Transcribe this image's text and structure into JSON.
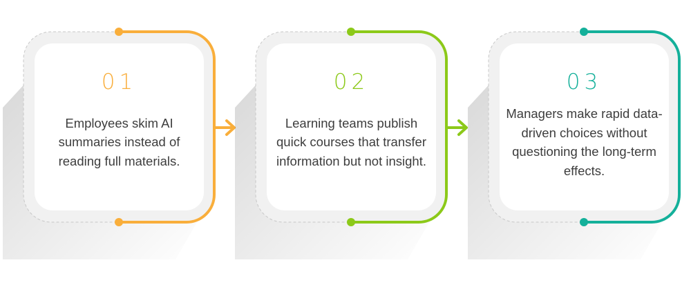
{
  "steps": [
    {
      "number": "01",
      "text": "Employees skim AI summaries instead of reading full materials.",
      "color": "#f9ae3b"
    },
    {
      "number": "02",
      "text": "Learning teams publish quick courses that transfer information but not insight.",
      "color": "#8cc919"
    },
    {
      "number": "03",
      "text": "Managers make rapid data-driven choices without questioning the long-term effects.",
      "color": "#14b09a"
    }
  ],
  "connectors": [
    {
      "from": "01",
      "to": "02",
      "icon": "arrow-right-icon"
    },
    {
      "from": "02",
      "to": "03",
      "icon": "arrow-right-icon"
    }
  ]
}
